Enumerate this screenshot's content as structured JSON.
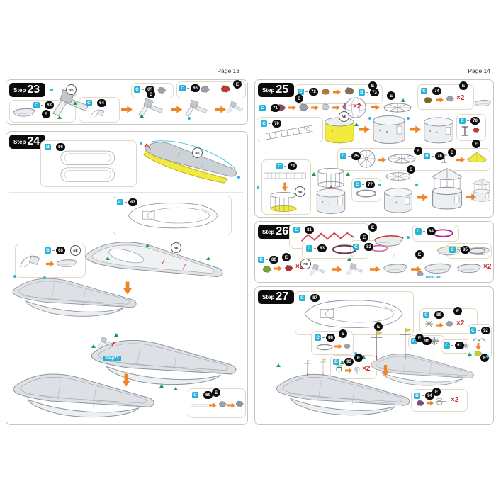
{
  "page13": {
    "label": "Page 13"
  },
  "page14": {
    "label": "Page 14"
  },
  "misc": {
    "step": "Step",
    "ne": "NE",
    "e": "E",
    "x2": "×2",
    "ref": "Step23",
    "twist": "Twist 90°"
  },
  "s23": {
    "num": "23",
    "c1": {
      "l": "C",
      "n": "63"
    },
    "c2": {
      "l": "C",
      "n": "64"
    },
    "c3": {
      "l": "C",
      "n": "65"
    },
    "c4": {
      "l": "C",
      "n": "66"
    }
  },
  "s24": {
    "num": "24",
    "c1": {
      "l": "B",
      "n": "66"
    },
    "c2": {
      "l": "C",
      "n": "67"
    },
    "c3": {
      "l": "B",
      "n": "68"
    },
    "c4": {
      "l": "C",
      "n": "69"
    }
  },
  "s25": {
    "num": "25",
    "c70": {
      "l": "C",
      "n": "70"
    },
    "c71": {
      "l": "C",
      "n": "71"
    },
    "c72": {
      "l": "C",
      "n": "72"
    },
    "c73": {
      "l": "B",
      "n": "73"
    },
    "c74": {
      "l": "C",
      "n": "74"
    },
    "c75": {
      "l": "C",
      "n": "75"
    },
    "c76": {
      "l": "B",
      "n": "76"
    },
    "c77": {
      "l": "C",
      "n": "77"
    },
    "c78": {
      "l": "C",
      "n": "78"
    },
    "c79": {
      "l": "C",
      "n": "79"
    }
  },
  "s26": {
    "num": "26",
    "c80": {
      "l": "C",
      "n": "80"
    },
    "c81": {
      "l": "C",
      "n": "81"
    },
    "c82": {
      "l": "C",
      "n": "82"
    },
    "c83": {
      "l": "C",
      "n": "83"
    },
    "c84": {
      "l": "C",
      "n": "84"
    },
    "c85": {
      "l": "C",
      "n": "85"
    }
  },
  "s27": {
    "num": "27",
    "c87": {
      "l": "C",
      "n": "87"
    },
    "c88": {
      "l": "C",
      "n": "88"
    },
    "c89": {
      "l": "C",
      "n": "89"
    },
    "c90": {
      "l": "C",
      "n": "90"
    },
    "c91": {
      "l": "C",
      "n": "91"
    },
    "c92": {
      "l": "C",
      "n": "92"
    },
    "b93": {
      "l": "B",
      "n": "93"
    },
    "b94": {
      "l": "B",
      "n": "94"
    }
  },
  "colors": {
    "accent_cyan": "#25b2d8",
    "arrow_orange": "#f08423",
    "multiplier_red": "#c62828",
    "highlight_yellow": "#f3ea3e",
    "part_red": "#d24646",
    "part_magenta": "#b0268c",
    "part_green": "#7ba428",
    "part_pink": "#d063a0",
    "part_maroon": "#6e3b50",
    "sketch_gray": "#8d949b",
    "panel_border": "#c6c6c6",
    "callout_border": "#e2d9c4"
  }
}
